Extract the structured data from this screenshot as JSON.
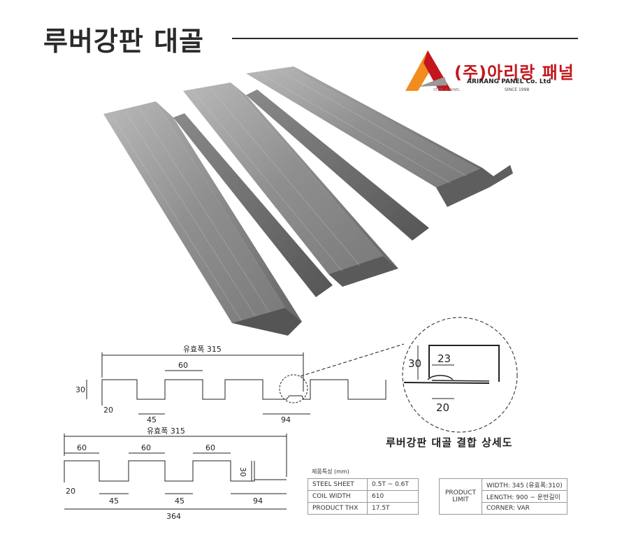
{
  "title": "루버강판 대골",
  "logo": {
    "name": "(주)아리랑 패널",
    "sub": "ARIRANG PANEL Co. Ltd",
    "since": "SINCE 1998",
    "tagline": "STEEL & PANEL",
    "colors": {
      "red": "#c4161c",
      "orange": "#f28c1f",
      "gray": "#999999"
    }
  },
  "diagram1": {
    "effective_width": "유효폭 315",
    "dim_30": "30",
    "dim_20": "20",
    "dim_60": "60",
    "dim_45": "45",
    "dim_94": "94"
  },
  "detail": {
    "dim_30": "30",
    "dim_23": "23",
    "dim_20": "20",
    "caption": "루버강판 대골 결합 상세도"
  },
  "diagram2": {
    "effective_width": "유효폭 315",
    "dim_60a": "60",
    "dim_60b": "60",
    "dim_60c": "60",
    "dim_30": "30",
    "dim_20": "20",
    "dim_45a": "45",
    "dim_45b": "45",
    "dim_94": "94",
    "dim_364": "364"
  },
  "spec": {
    "title": "제품특성 (mm)",
    "rows": [
      {
        "label": "STEEL SHEET",
        "value": "0.5T ~ 0.6T"
      },
      {
        "label": "COIL WIDTH",
        "value": "610"
      },
      {
        "label": "PRODUCT THX",
        "value": "17.5T"
      }
    ],
    "limit_label_1": "PRODUCT",
    "limit_label_2": "LIMIT",
    "limits": [
      {
        "value": "WIDTH: 345 (유효폭:310)"
      },
      {
        "value": "LENGTH: 900 ~ 운반길이"
      },
      {
        "value": "CORNER: VAR"
      }
    ]
  }
}
